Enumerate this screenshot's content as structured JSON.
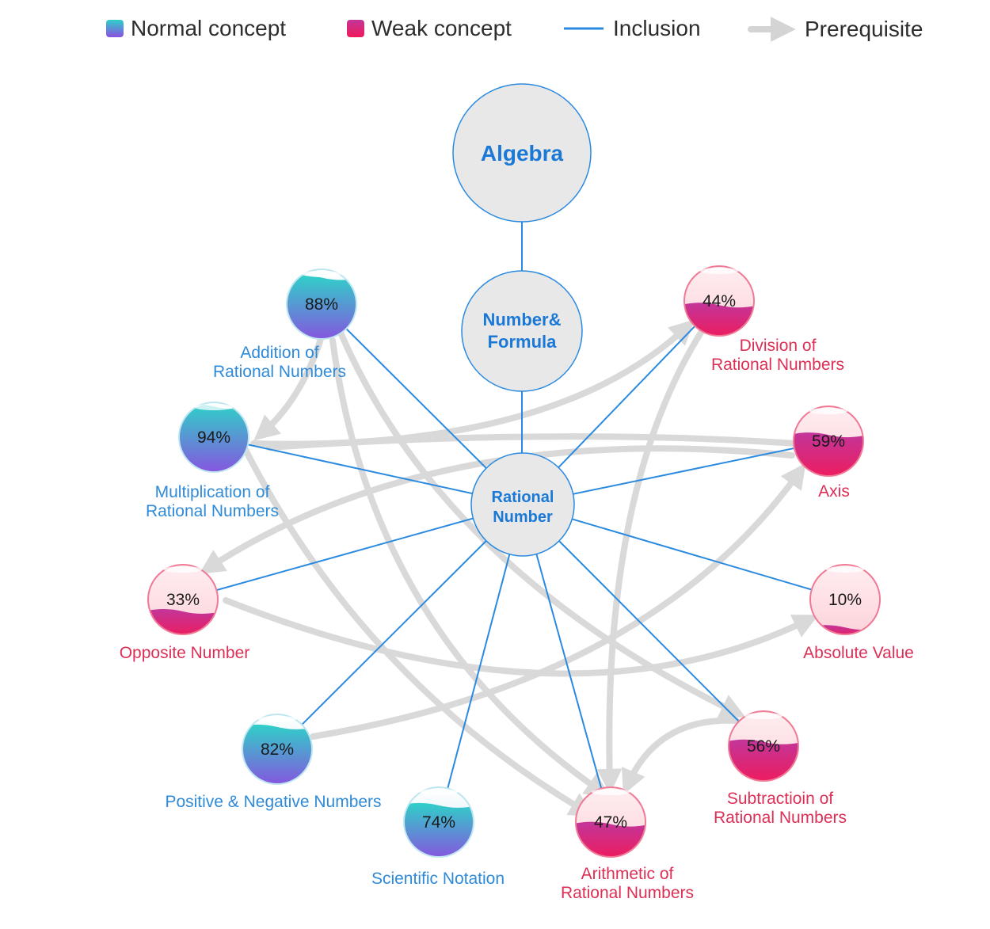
{
  "legend": {
    "normal": "Normal concept",
    "weak": "Weak concept",
    "inclusion": "Inclusion",
    "prerequisite": "Prerequisite"
  },
  "colors": {
    "inclusion_line": "#2a8ae0",
    "prerequisite_arrow": "#d9d9d9",
    "hub_fill": "#e8e8e8",
    "hub_stroke": "#2a8ae0",
    "hub_text": "#1a78d6",
    "normal_gradient": [
      "#2fd0c8",
      "#8a4fe0"
    ],
    "weak_gradient": [
      "#c2369a",
      "#f01a5a"
    ],
    "weak_empty": "#fde0e4",
    "normal_label": "#2f8ad8",
    "weak_label": "#dc2f55"
  },
  "hubs": {
    "algebra": "Algebra",
    "number_formula": [
      "Number&",
      "Formula"
    ],
    "rational_number": [
      "Rational",
      "Number"
    ]
  },
  "concepts": [
    {
      "id": "addition",
      "type": "normal",
      "percent": "88%",
      "fill": 0.88,
      "label": [
        "Addition of",
        "Rational Numbers"
      ]
    },
    {
      "id": "multiplication",
      "type": "normal",
      "percent": "94%",
      "fill": 0.94,
      "label": [
        "Multiplication of",
        "Rational Numbers"
      ]
    },
    {
      "id": "opposite",
      "type": "weak",
      "percent": "33%",
      "fill": 0.33,
      "label": [
        "Opposite Number"
      ]
    },
    {
      "id": "positive-negative",
      "type": "normal",
      "percent": "82%",
      "fill": 0.82,
      "label": [
        "Positive & Negative Numbers"
      ]
    },
    {
      "id": "scientific",
      "type": "normal",
      "percent": "74%",
      "fill": 0.74,
      "label": [
        "Scientific Notation"
      ]
    },
    {
      "id": "arithmetic",
      "type": "weak",
      "percent": "47%",
      "fill": 0.47,
      "label": [
        "Arithmetic of",
        "Rational Numbers"
      ]
    },
    {
      "id": "subtraction",
      "type": "weak",
      "percent": "56%",
      "fill": 0.56,
      "label": [
        "Subtractioin of",
        "Rational Numbers"
      ]
    },
    {
      "id": "absolute",
      "type": "weak",
      "percent": "10%",
      "fill": 0.1,
      "label": [
        "Absolute Value"
      ]
    },
    {
      "id": "axis",
      "type": "weak",
      "percent": "59%",
      "fill": 0.59,
      "label": [
        "Axis"
      ]
    },
    {
      "id": "division",
      "type": "weak",
      "percent": "44%",
      "fill": 0.44,
      "label": [
        "Division of",
        "Rational Numbers"
      ]
    }
  ]
}
